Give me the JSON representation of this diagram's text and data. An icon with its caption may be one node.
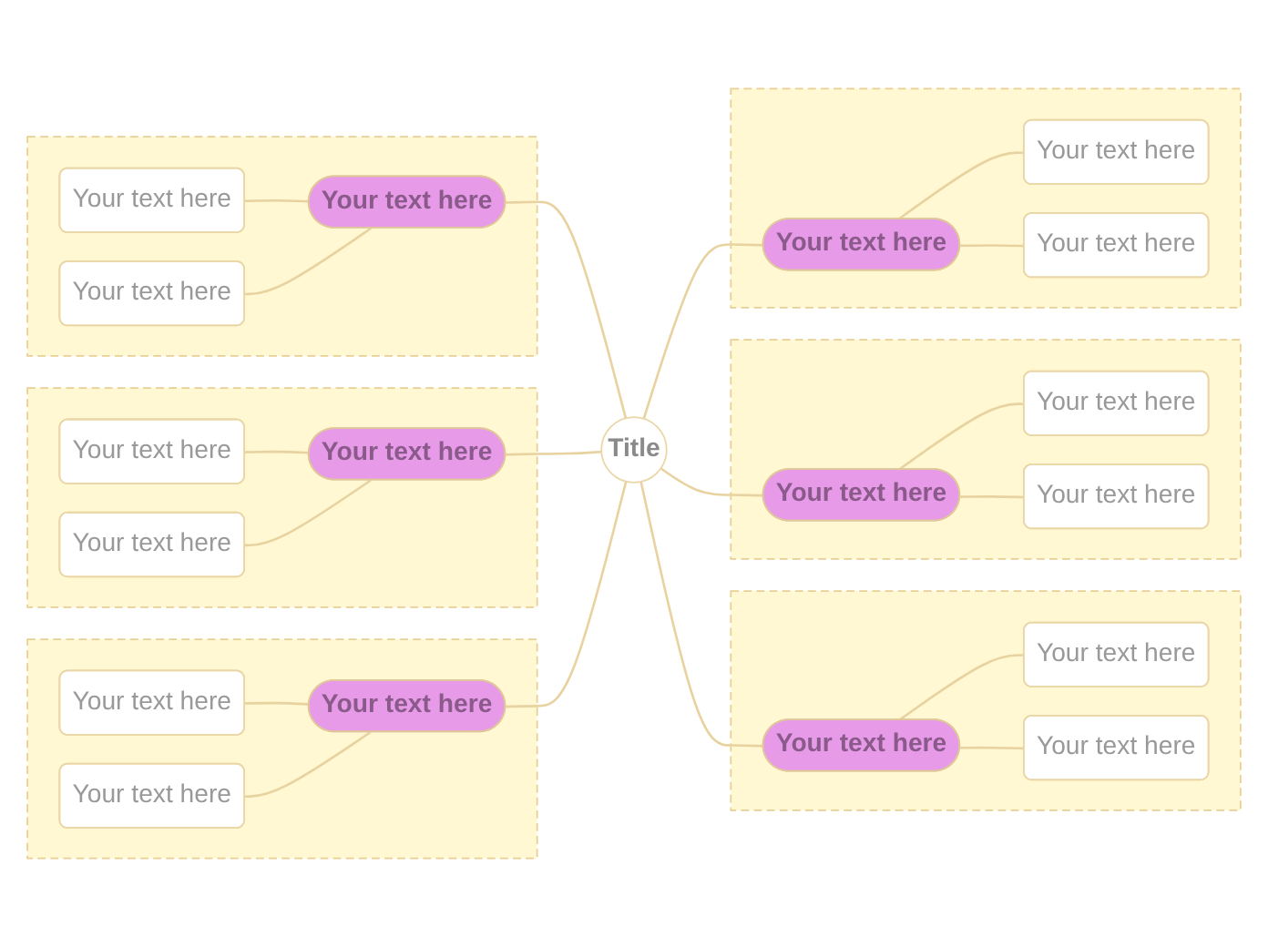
{
  "diagram": {
    "nodes": [
      {
        "text": [
          "Title"
        ]
      },
      {
        "text": [],
        "shape": "box"
      },
      {
        "text": [
          "Your text here"
        ],
        "in": 1
      },
      {
        "text": [
          "Your text here"
        ],
        "in": 1
      },
      {
        "text": [
          "Your text here"
        ],
        "in": 1
      },
      {
        "text": [],
        "shape": "box"
      },
      {
        "text": [
          "Your text here"
        ],
        "in": 5
      },
      {
        "text": [
          "Your text here"
        ],
        "in": 5
      },
      {
        "text": [
          "Your text here"
        ],
        "in": 5
      },
      {
        "text": [],
        "shape": "box"
      },
      {
        "text": [
          "Your text here"
        ],
        "in": 9
      },
      {
        "text": [
          "Your text here"
        ],
        "in": 9
      },
      {
        "text": [
          "Your text here"
        ],
        "in": 9
      },
      {
        "text": [],
        "shape": "box"
      },
      {
        "text": [
          "Your text here"
        ],
        "in": 13
      },
      {
        "text": [
          "Your text here"
        ],
        "in": 13
      },
      {
        "text": [
          "Your text here"
        ],
        "in": 13
      },
      {
        "text": [],
        "shape": "box"
      },
      {
        "text": [
          "Your text here"
        ],
        "in": 17
      },
      {
        "text": [
          "Your text here"
        ],
        "in": 17
      },
      {
        "text": [
          "Your text here"
        ],
        "in": 17
      },
      {
        "text": [],
        "shape": "box"
      },
      {
        "text": [
          "Your text here"
        ],
        "in": 21
      },
      {
        "text": [
          "Your text here"
        ],
        "in": 21
      },
      {
        "text": [
          "Your text here"
        ],
        "in": 21
      }
    ],
    "edges": [
      {
        "from": 3,
        "to": 2,
        "arrow": "none"
      },
      {
        "from": 4,
        "to": 2,
        "arrow": "none"
      },
      {
        "from": 2,
        "to": 0,
        "arrow": "none"
      },
      {
        "from": 7,
        "to": 6,
        "arrow": "none"
      },
      {
        "from": 8,
        "to": 6,
        "arrow": "none"
      },
      {
        "from": 6,
        "to": 0,
        "arrow": "none"
      },
      {
        "from": 11,
        "to": 10,
        "arrow": "none"
      },
      {
        "from": 12,
        "to": 10,
        "arrow": "none"
      },
      {
        "from": 10,
        "to": 0,
        "arrow": "none"
      },
      {
        "from": 0,
        "to": 14,
        "arrow": "none"
      },
      {
        "from": 14,
        "to": 15,
        "arrow": "none"
      },
      {
        "from": 14,
        "to": 16,
        "arrow": "none"
      },
      {
        "from": 0,
        "to": 18,
        "arrow": "none"
      },
      {
        "from": 18,
        "to": 19,
        "arrow": "none"
      },
      {
        "from": 18,
        "to": 20,
        "arrow": "none"
      },
      {
        "from": 0,
        "to": 22,
        "arrow": "none"
      },
      {
        "from": 22,
        "to": 23,
        "arrow": "none"
      },
      {
        "from": 22,
        "to": 24,
        "arrow": "none"
      }
    ]
  }
}
